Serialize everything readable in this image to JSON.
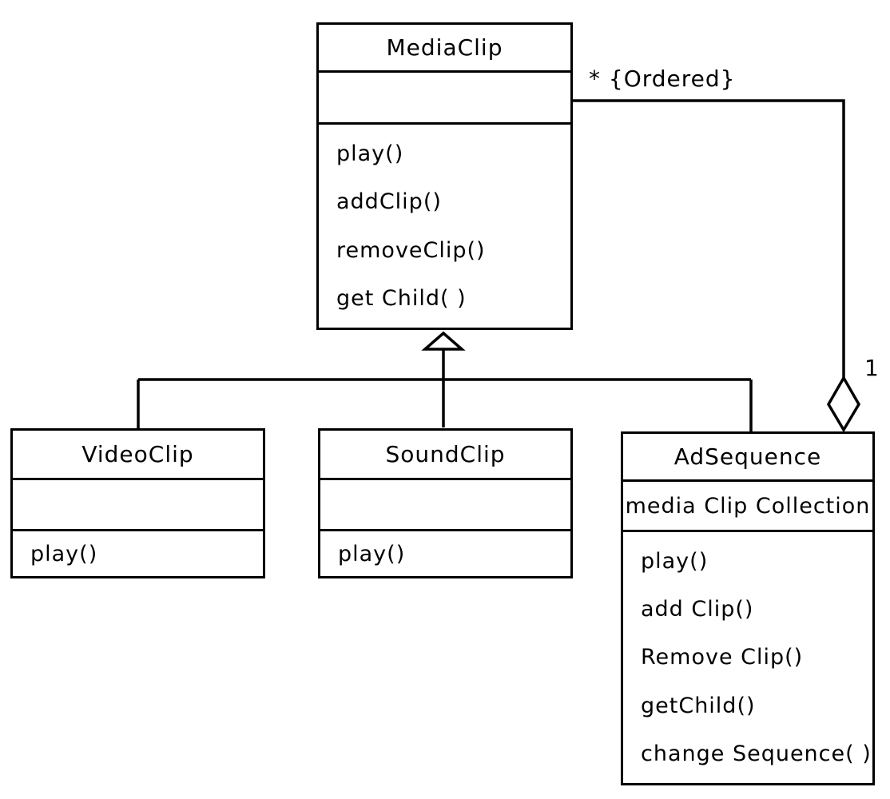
{
  "diagram": {
    "classes": [
      {
        "name": "MediaClip",
        "attributes": [],
        "methods": [
          "play()",
          "addClip()",
          "removeClip()",
          "get Child( )"
        ]
      },
      {
        "name": "VideoClip",
        "attributes": [],
        "methods": [
          "play()"
        ]
      },
      {
        "name": "SoundClip",
        "attributes": [],
        "methods": [
          "play()"
        ]
      },
      {
        "name": "AdSequence",
        "attributes": [
          "media Clip Collection"
        ],
        "methods": [
          "play()",
          "add Clip()",
          "Remove Clip()",
          "getChild()",
          "change Sequence( )"
        ]
      }
    ],
    "relationships": [
      {
        "type": "generalization",
        "from": [
          "VideoClip",
          "SoundClip",
          "AdSequence"
        ],
        "to": "MediaClip"
      },
      {
        "type": "aggregation",
        "from": "AdSequence",
        "to": "MediaClip",
        "label_near_mediaclip": "* {Ordered}",
        "label_near_adsequence": "1"
      }
    ],
    "colors": {
      "stroke": "#000000",
      "background": "#ffffff"
    }
  }
}
